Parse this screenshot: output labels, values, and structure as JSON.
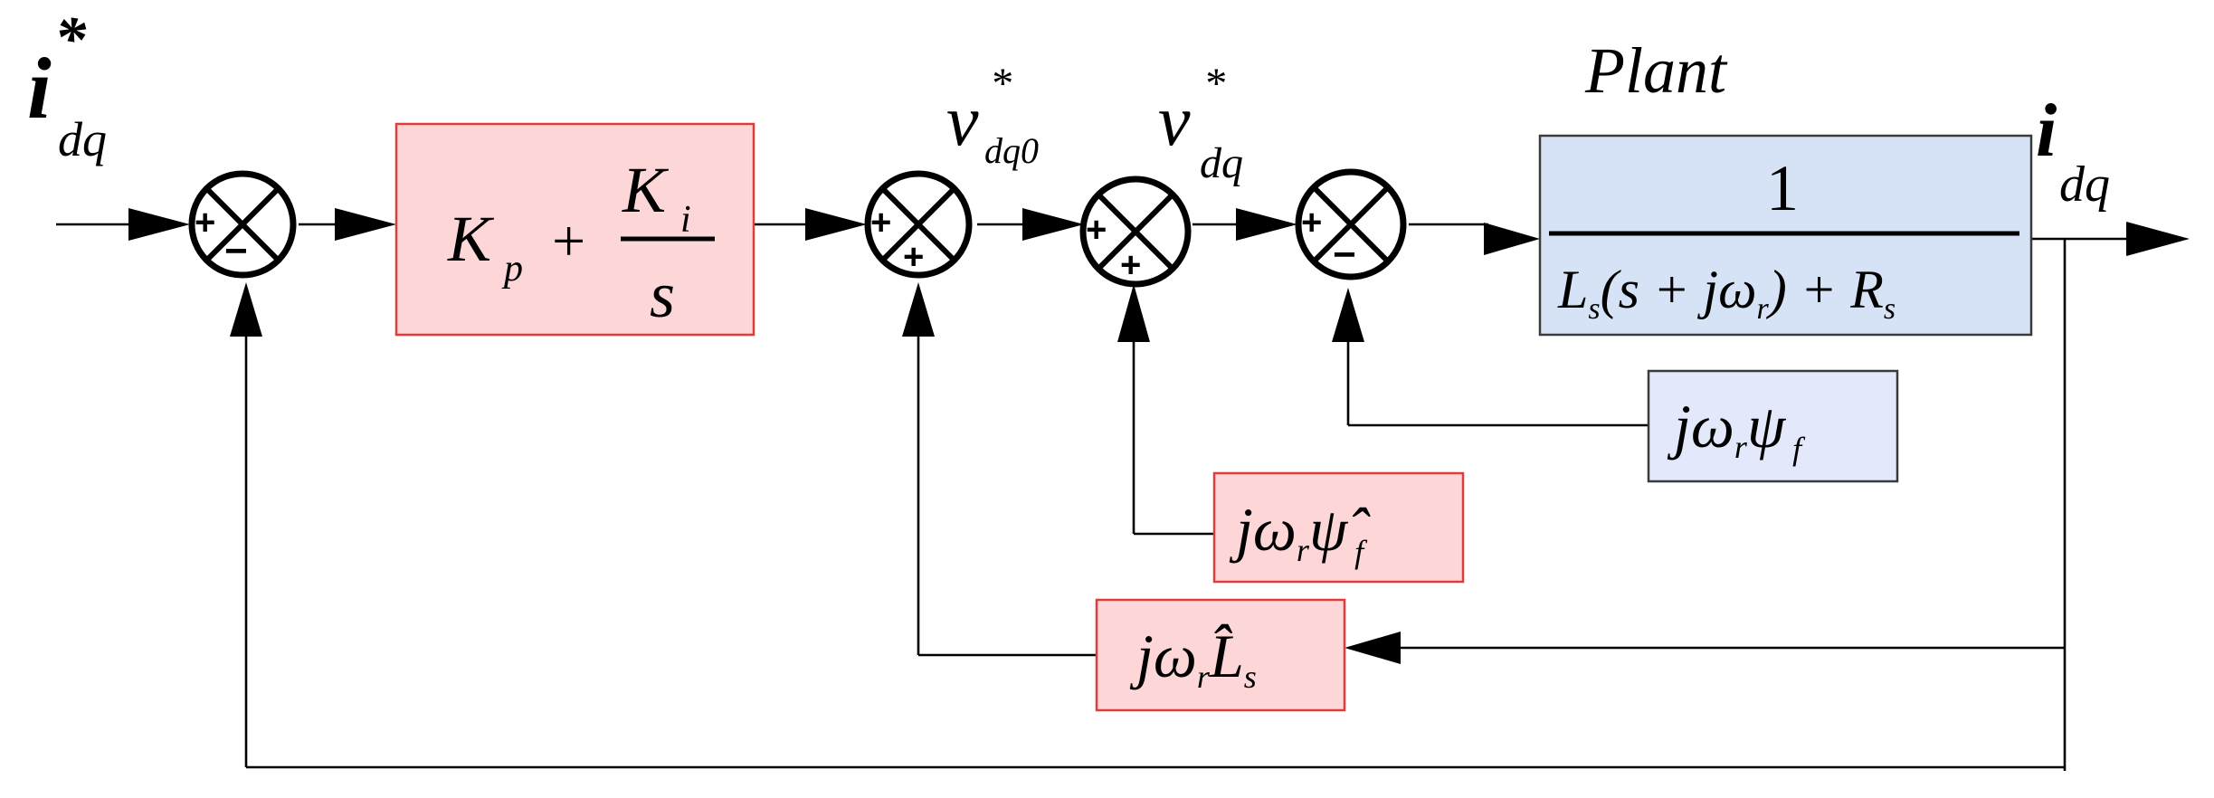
{
  "colors": {
    "red_fill": "#fdd6d8",
    "red_border": "#e03c3c",
    "blue_fill": "#d6e2f5",
    "blue_border": "#3a3a3a",
    "lightblue_fill": "#e3e8fa"
  },
  "signals": {
    "input": {
      "sym": "i",
      "sup": "*",
      "sub": "dq"
    },
    "v0": {
      "sym": "v",
      "sup": "*",
      "sub": "dq0"
    },
    "v": {
      "sym": "v",
      "sup": "*",
      "sub": "dq"
    },
    "output": {
      "sym": "i",
      "sub": "dq"
    }
  },
  "plant_label": "Plant",
  "pi_block": {
    "kp": "K",
    "kp_sub": "p",
    "plus": "+",
    "ki": "K",
    "ki_sub": "i",
    "den": "s"
  },
  "plant_block": {
    "num": "1",
    "L": "L",
    "L_sub": "s",
    "paren_open": "(s + j",
    "omega": "ω",
    "omega_sub": "r",
    "paren_close": ") + ",
    "R": "R",
    "R_sub": "s"
  },
  "flux_block": {
    "j": "j",
    "omega": "ω",
    "omega_sub": "r",
    "psi": "ψ",
    "psi_sub": "f"
  },
  "flux_est_block": {
    "j": "j",
    "omega": "ω",
    "omega_sub": "r",
    "psi": "ψ̂",
    "psi_sub": "f"
  },
  "ind_est_block": {
    "j": "j",
    "omega": "ω",
    "omega_sub": "r",
    "L": "L̂",
    "L_sub": "s"
  },
  "signs": {
    "s1": {
      "left": "+",
      "bottom": "−"
    },
    "s2": {
      "left": "+",
      "bottom": "+"
    },
    "s3": {
      "left": "+",
      "bottom": "+"
    },
    "s4": {
      "left": "+",
      "bottom": "−"
    }
  }
}
